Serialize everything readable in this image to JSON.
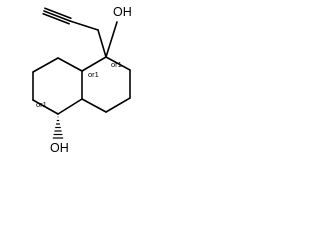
{
  "molecule": {
    "atom_labels": {
      "hydroxyl_top": "OH",
      "hydroxyl_bottom": "OH"
    },
    "stereo_labels": {
      "top": "or1",
      "spiro": "or1",
      "bottom": "or1"
    }
  }
}
